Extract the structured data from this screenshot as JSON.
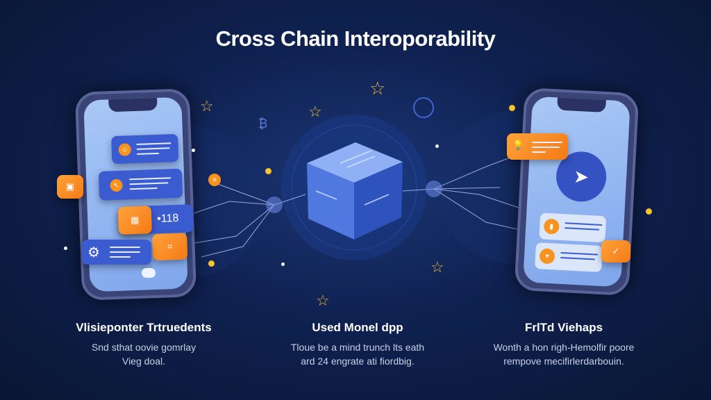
{
  "title": "Cross Chain Interoporability",
  "left_phone": {
    "badge_text": "•118"
  },
  "columns": [
    {
      "heading": "Vlisieponter Trtruedents",
      "body": [
        "Snd sthat oovie gomrlay",
        "Vieg doal."
      ]
    },
    {
      "heading": "Used Monel dpp",
      "body": [
        "Tloue be a mind trunch lts eath",
        "ard 24 engrate ati fiordbig."
      ]
    },
    {
      "heading": "FrlTd Viehaps",
      "body": [
        "Wonth a hon righ-Hemolfir poore",
        "rempove mecifirlerdarbouin."
      ]
    }
  ],
  "colors": {
    "background": "#0f2150",
    "accent_orange": "#f7931e",
    "card_blue": "#3b5bd0",
    "screen": "#a9c8f6"
  }
}
